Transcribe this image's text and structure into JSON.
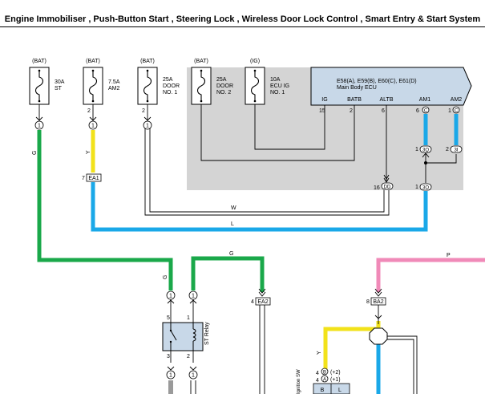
{
  "title": "Engine Immobiliser , Push-Button Start , Steering Lock , Wireless Door Lock Control , Smart Entry & Start System",
  "fuses": [
    {
      "source": "(BAT)",
      "rating": "30A",
      "name1": "ST",
      "name2": "",
      "pin": "1"
    },
    {
      "source": "(BAT)",
      "rating": "7.5A",
      "name1": "AM2",
      "name2": "",
      "pin": "2"
    },
    {
      "source": "(BAT)",
      "rating": "25A",
      "name1": "DOOR",
      "name2": "NO. 1",
      "pin": "2"
    },
    {
      "source": "(BAT)",
      "rating": "25A",
      "name1": "DOOR",
      "name2": "NO. 2",
      "pin": ""
    },
    {
      "source": "(IG)",
      "rating": "10A",
      "name1": "ECU IG",
      "name2": "NO. 1",
      "pin": ""
    }
  ],
  "ecu": {
    "connectors": "E58(A), E59(B), E60(C), E61(D)",
    "name": "Main Body ECU",
    "terminals": [
      {
        "name": "IG",
        "pin": "15"
      },
      {
        "name": "BATB",
        "pin": "2"
      },
      {
        "name": "ALTB",
        "pin": "6"
      },
      {
        "name": "AM1",
        "pin": "6"
      },
      {
        "name": "AM2",
        "pin": "1"
      }
    ],
    "am1_conn": "C",
    "am2_conn": "C"
  },
  "junction": {
    "pin_a": "1",
    "conn_a": "3Q",
    "pin_b": "2",
    "conn_b": "3I",
    "pin_c": "1",
    "conn_c": "3O"
  },
  "connectors": {
    "dd_pin": "16",
    "dd": "DD",
    "ea1_pin": "7",
    "ea1": "EA1",
    "ea2_pin": "4",
    "ea2": "EA2",
    "ba2_pin": "8",
    "ba2": "BA2"
  },
  "wires": {
    "g": "G",
    "y": "Y",
    "w": "W",
    "l": "L",
    "p": "P"
  },
  "relay": {
    "name": "ST Relay",
    "pin5": "5",
    "pin1": "1",
    "pin3": "3",
    "pin2": "2",
    "top_pin1": "1",
    "top_pin2": "1"
  },
  "switch": {
    "label": "Ignition SW",
    "pin_b": "4",
    "conn_b": "B",
    "term_b": "(+2)",
    "pin_a": "4",
    "conn_a": "A",
    "term_a": "(+1)",
    "col_b": "B",
    "col_l": "L"
  },
  "colors": {
    "green": "#1aa84a",
    "yellow": "#f2e21a",
    "blue": "#1aa8e8",
    "pink": "#f08ab8",
    "gray": "#d4d4d4",
    "ecu": "#c8d8e8"
  }
}
